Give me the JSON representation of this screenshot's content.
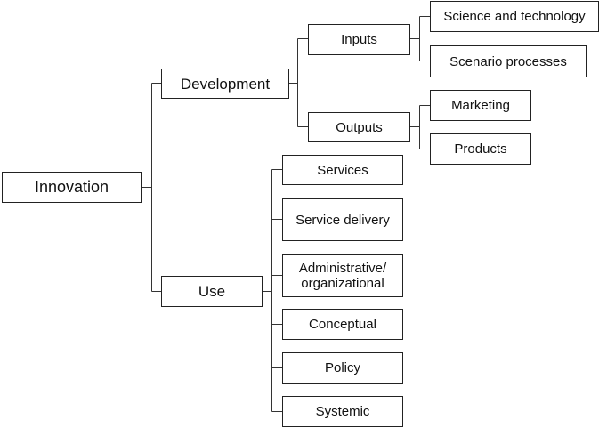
{
  "root": "Innovation",
  "development": {
    "label": "Development",
    "inputs": {
      "label": "Inputs",
      "children": [
        "Science and technology",
        "Scenario processes"
      ]
    },
    "outputs": {
      "label": "Outputs",
      "children": [
        "Marketing",
        "Products"
      ]
    }
  },
  "use": {
    "label": "Use",
    "children": [
      "Services",
      "Service delivery",
      "Administrative/ organizational",
      "Conceptual",
      "Policy",
      "Systemic"
    ]
  }
}
